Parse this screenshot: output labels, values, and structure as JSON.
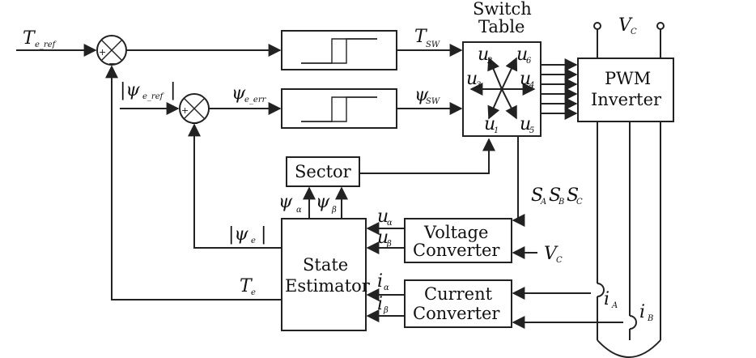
{
  "inputs": {
    "torque_ref": "T",
    "torque_ref_sub": "e_ref",
    "flux_ref": "|ψ",
    "flux_ref_sub": "e_ref",
    "flux_ref_close": "|",
    "vc_external": "V",
    "vc_external_sub": "C"
  },
  "signals": {
    "t_sw": "T",
    "t_sw_sub": "SW",
    "psi_sw": "ψ",
    "psi_sw_sub": "SW",
    "psi_err": "ψ",
    "psi_err_sub": "e_err",
    "psi_alpha": "ψ",
    "psi_alpha_sub": "α",
    "psi_beta": "ψ",
    "psi_beta_sub": "β",
    "psi_mag": "|ψ",
    "psi_mag_sub": "e",
    "psi_mag_close": "|",
    "te_est": "T",
    "te_est_sub": "e",
    "u_alpha": "u",
    "u_alpha_sub": "α",
    "u_beta": "u",
    "u_beta_sub": "β",
    "i_alpha": "i",
    "i_alpha_sub": "α",
    "i_beta": "i",
    "i_beta_sub": "β",
    "s_a": "S",
    "s_a_sub": "A",
    "s_b": "S",
    "s_b_sub": "B",
    "s_c": "S",
    "s_c_sub": "C",
    "i_a": "i",
    "i_a_sub": "A",
    "i_b": "i",
    "i_b_sub": "B",
    "vc_top": "V",
    "vc_top_sub": "C"
  },
  "blocks": {
    "switch_table_line1": "Switch",
    "switch_table_line2": "Table",
    "pwm_line1": "PWM",
    "pwm_line2": "Inverter",
    "sector": "Sector",
    "voltage_line1": "Voltage",
    "voltage_line2": "Converter",
    "current_line1": "Current",
    "current_line2": "Converter",
    "state_line1": "State",
    "state_line2": "Estimator"
  },
  "vectors": {
    "u1": "u",
    "u1_sub": "1",
    "u2": "u",
    "u2_sub": "2",
    "u3": "u",
    "u3_sub": "3",
    "u4": "u",
    "u4_sub": "4",
    "u5": "u",
    "u5_sub": "5",
    "u6": "u",
    "u6_sub": "6"
  },
  "summing_signs": {
    "plus": "+",
    "minus": "−"
  }
}
